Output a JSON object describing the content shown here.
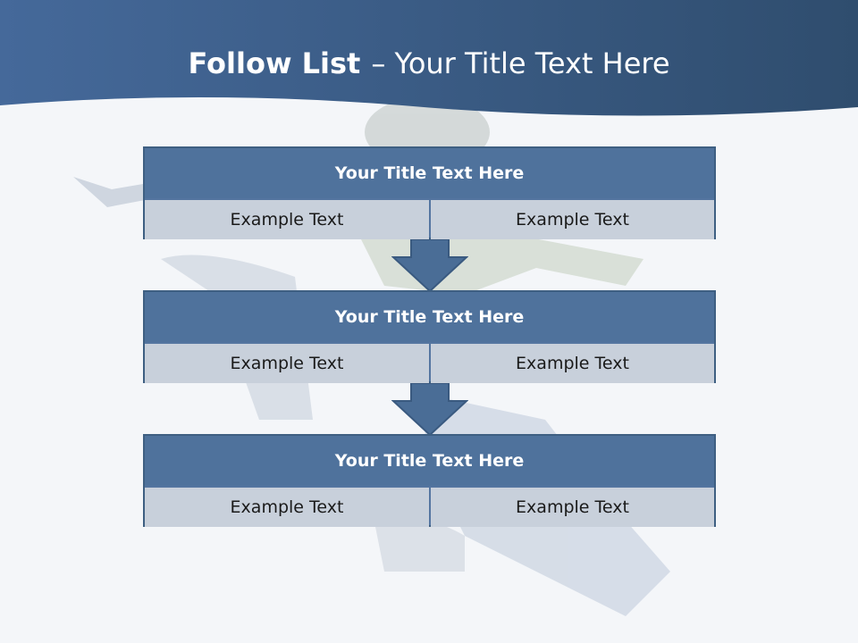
{
  "slide": {
    "title_bold": "Follow List",
    "title_rest": "– Your Title Text Here"
  },
  "steps": [
    {
      "title": "Your Title Text Here",
      "left": "Example Text",
      "right": "Example Text"
    },
    {
      "title": "Your Title Text Here",
      "left": "Example Text",
      "right": "Example Text"
    },
    {
      "title": "Your Title Text Here",
      "left": "Example Text",
      "right": "Example Text"
    }
  ],
  "colors": {
    "header": "#3f6289",
    "box_title": "#4f729c",
    "box_cell": "#c8d0db",
    "arrow": "#4a6d96"
  }
}
